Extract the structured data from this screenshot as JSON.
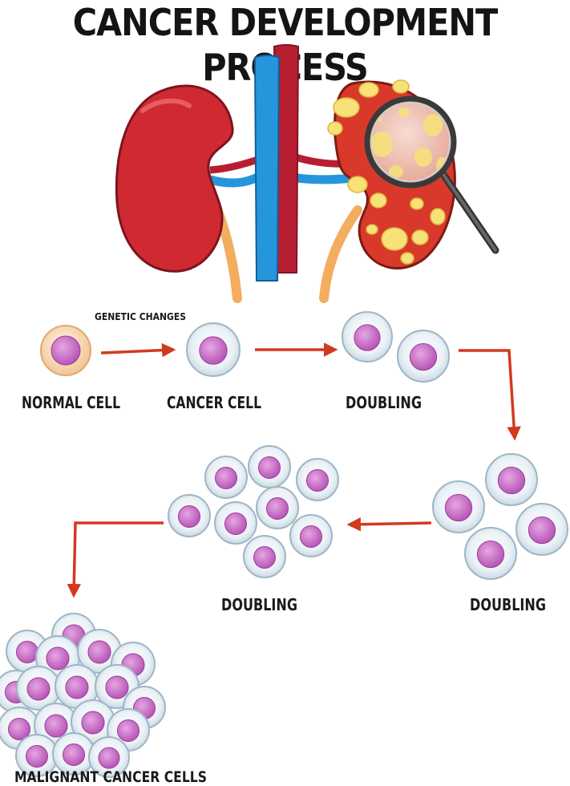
{
  "title": "CANCER DEVELOPMENT PROCESS",
  "labels": {
    "genetic_changes": "GENETIC CHANGES",
    "normal_cell": "NORMAL CELL",
    "cancer_cell": "CANCER CELL",
    "doubling_1": "DOUBLING",
    "doubling_2": "DOUBLING",
    "doubling_3": "DOUBLING",
    "malignant": "MALIGNANT CANCER CELLS"
  },
  "colors": {
    "kidney_healthy": "#c8282f",
    "kidney_tumor": "#d63a2c",
    "tumor_spots": "#f5e07a",
    "vein": "#1f8ed6",
    "artery": "#b81e32",
    "ureter": "#f0a04a",
    "arrow": "#d23a1e",
    "cell_body": "#e4eef4",
    "nucleus": "#c96ac8",
    "normal_cell_body": "#fbe0c4"
  },
  "icons": [
    "magnifying-glass-icon"
  ]
}
